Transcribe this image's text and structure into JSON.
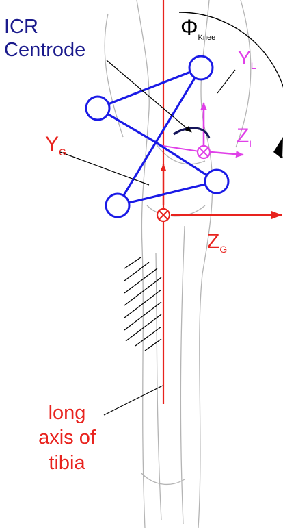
{
  "labels": {
    "icr_line1": "ICR",
    "icr_line2": "Centrode",
    "phi_symbol": "Φ",
    "phi_subscript": "Knee",
    "yl_main": "Y",
    "yl_sub": "L",
    "zl_main": "Z",
    "zl_sub": "L",
    "yg_main": "Y",
    "yg_sub": "G",
    "zg_main": "Z",
    "zg_sub": "G",
    "tibia_line1": "long",
    "tibia_line2": "axis of",
    "tibia_line3": "tibia"
  },
  "colors": {
    "linkage_blue": "#1a1ae6",
    "global_red": "#e8231e",
    "local_magenta": "#e040e8",
    "label_navy": "#1a1a8c",
    "centrode_navy": "#14145a",
    "sketch_gray": "#b4b4b4"
  }
}
